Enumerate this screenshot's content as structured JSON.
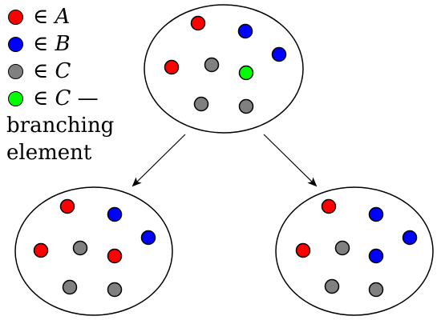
{
  "legend": {
    "items": [
      {
        "id": "a",
        "symbol": "∈",
        "set": "A",
        "suffix": "",
        "color": "#ff0000"
      },
      {
        "id": "b",
        "symbol": "∈",
        "set": "B",
        "suffix": "",
        "color": "#0000ff"
      },
      {
        "id": "c",
        "symbol": "∈",
        "set": "C",
        "suffix": "",
        "color": "#808080"
      },
      {
        "id": "c-branch",
        "symbol": "∈",
        "set": "C",
        "suffix": " —",
        "color": "#00ff00"
      }
    ],
    "note_line1": "branching",
    "note_line2": "element"
  },
  "colors": {
    "red": "#ff0000",
    "blue": "#0000ff",
    "gray": "#808080",
    "green": "#00ff00",
    "stroke": "#000000"
  }
}
